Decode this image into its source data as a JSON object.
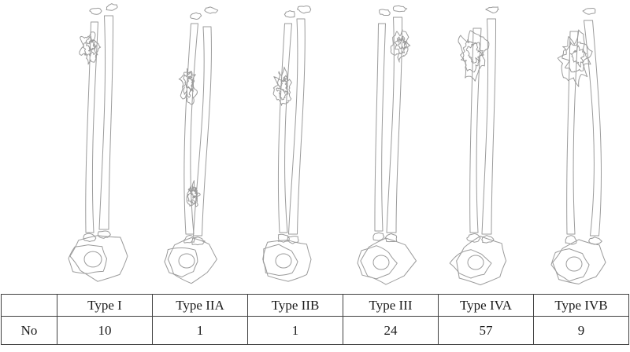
{
  "table": {
    "corner": "",
    "row_header": "No",
    "columns": [
      "Type I",
      "Type IIA",
      "Type IIB",
      "Type III",
      "Type IVA",
      "Type IVB"
    ],
    "values": [
      "10",
      "1",
      "1",
      "24",
      "57",
      "9"
    ]
  }
}
